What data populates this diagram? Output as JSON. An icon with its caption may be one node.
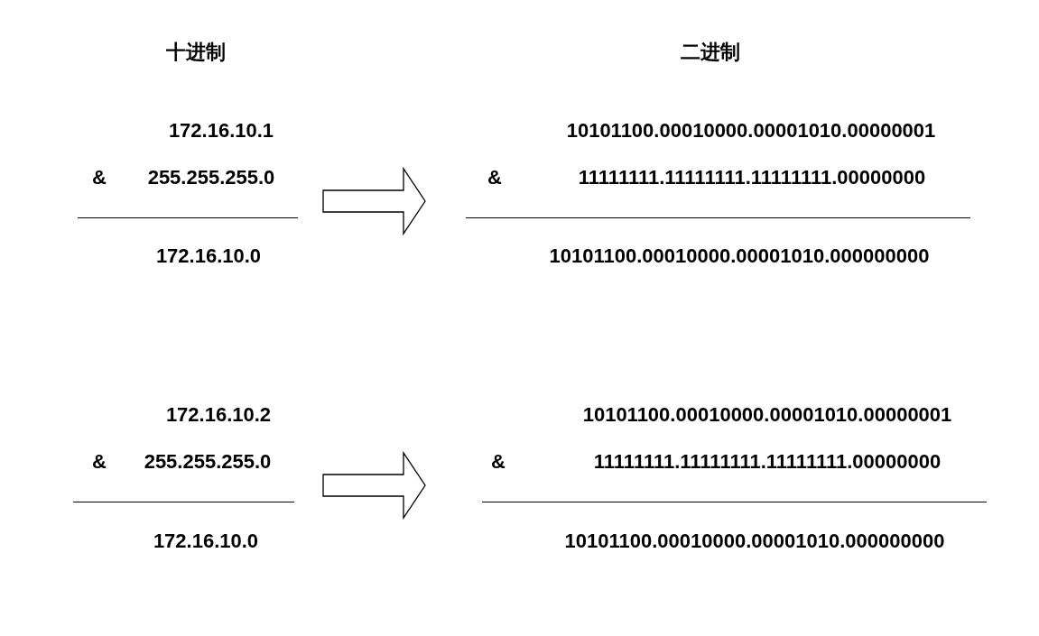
{
  "diagram": {
    "nodes": [
      {
        "text": [
          "172.16.10.1",
          "&",
          "255.255.255.0",
          "172.16.10.0"
        ]
      },
      {
        "text": [
          "10101100.00010000.00001010.00000001",
          "&",
          "11111111.11111111.11111111.00000000",
          "10101100.00010000.00001010.000000000"
        ]
      },
      {
        "text": [
          "172.16.10.2",
          "&",
          "255.255.255.0",
          "172.16.10.0"
        ]
      },
      {
        "text": [
          "10101100.00010000.00001010.00000001",
          "&",
          "11111111.11111111.11111111.00000000",
          "10101100.00010000.00001010.000000000"
        ]
      }
    ],
    "edges": [
      {
        "from": 0,
        "to": 1,
        "arrow": "to",
        "style": "thick"
      },
      {
        "from": 2,
        "to": 3,
        "arrow": "to",
        "style": "thick"
      }
    ],
    "labels": [
      "十进制",
      "二进制"
    ]
  }
}
